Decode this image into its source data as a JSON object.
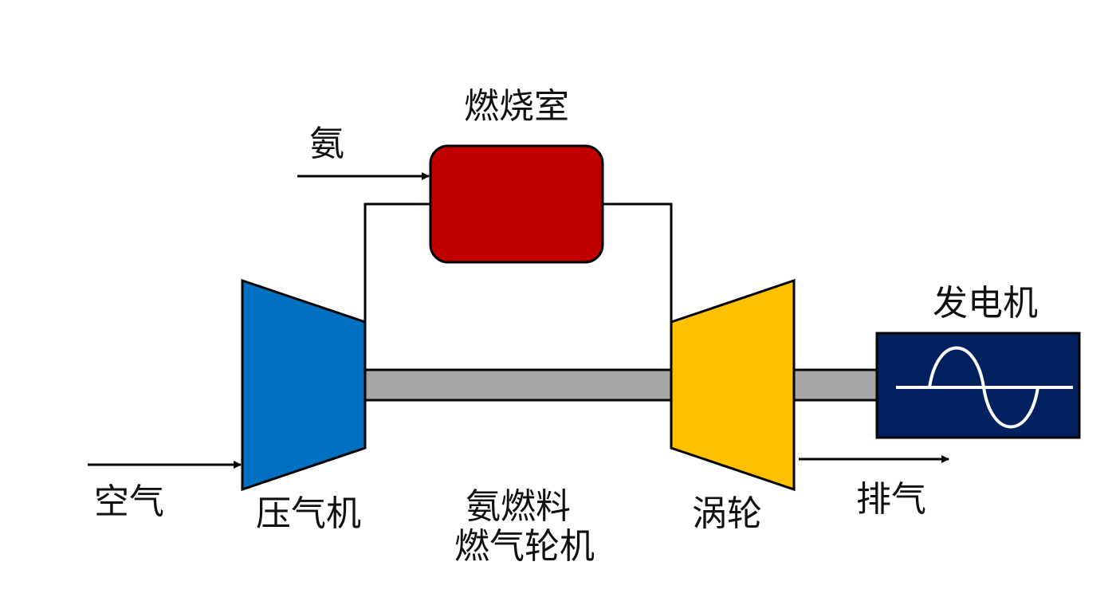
{
  "diagram": {
    "combustor": {
      "label": "燃烧室",
      "color": "#C00000"
    },
    "fuel_input": {
      "label": "氨"
    },
    "compressor": {
      "label": "压气机",
      "color": "#0070C0"
    },
    "turbine": {
      "label": "涡轮",
      "color": "#FFC000"
    },
    "generator": {
      "label": "发电机",
      "color": "#002060",
      "icon": "sine-wave-icon"
    },
    "shaft": {
      "color": "#A6A6A6"
    },
    "air_input": {
      "label": "空气"
    },
    "exhaust_output": {
      "label": "排气"
    },
    "system_name": {
      "line1": "氨燃料",
      "line2": "燃气轮机"
    }
  }
}
